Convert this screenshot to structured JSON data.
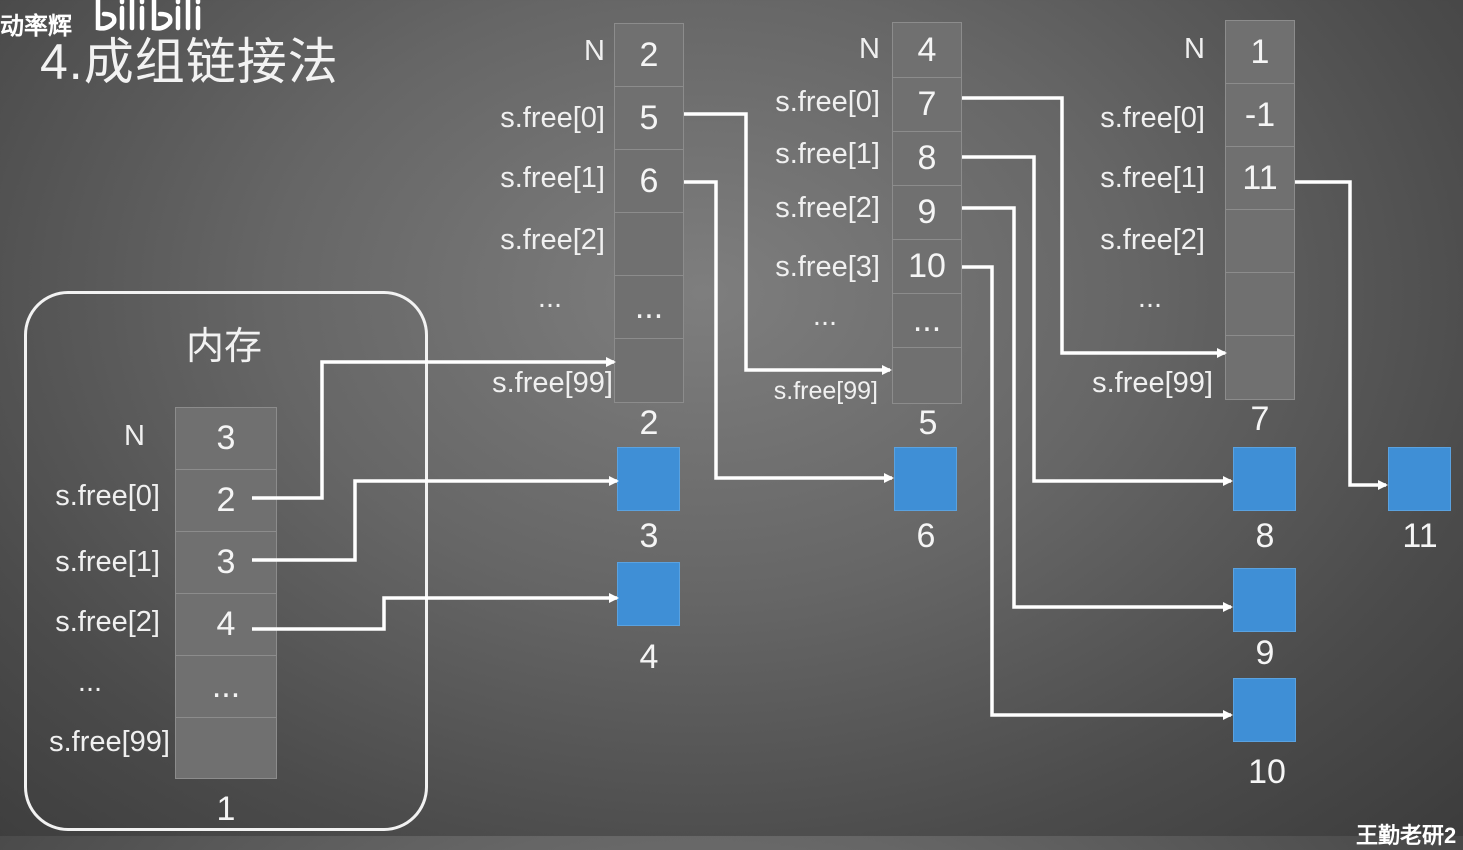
{
  "header": {
    "watermark_text": "动率辉",
    "title": "4.成组链接法",
    "bottom_watermark": "王勤老研2"
  },
  "memory": {
    "title": "内存",
    "labels": [
      "N",
      "s.free[0]",
      "s.free[1]",
      "s.free[2]",
      "...",
      "s.free[99]"
    ],
    "cells": [
      "3",
      "2",
      "3",
      "4",
      "...",
      ""
    ],
    "block_number": "1"
  },
  "group_a": {
    "labels": [
      "N",
      "s.free[0]",
      "s.free[1]",
      "s.free[2]",
      "...",
      "s.free[99]"
    ],
    "cells": [
      "2",
      "5",
      "6",
      "",
      "...",
      ""
    ],
    "block_number": "2"
  },
  "group_b": {
    "labels": [
      "N",
      "s.free[0]",
      "s.free[1]",
      "s.free[2]",
      "s.free[3]",
      "...",
      "s.free[99]"
    ],
    "cells": [
      "4",
      "7",
      "8",
      "9",
      "10",
      "...",
      ""
    ],
    "block_number": "5"
  },
  "group_c": {
    "labels": [
      "N",
      "s.free[0]",
      "s.free[1]",
      "s.free[2]",
      "...",
      "s.free[99]"
    ],
    "cells": [
      "1",
      "-1",
      "11",
      "",
      "",
      ""
    ],
    "block_number": "7"
  },
  "blocks": [
    {
      "id": "3",
      "label": "3"
    },
    {
      "id": "4",
      "label": "4"
    },
    {
      "id": "6",
      "label": "6"
    },
    {
      "id": "8",
      "label": "8"
    },
    {
      "id": "9",
      "label": "9"
    },
    {
      "id": "10",
      "label": "10"
    },
    {
      "id": "11",
      "label": "11"
    }
  ],
  "colors": {
    "block_fill": "#3f8fd6",
    "cell_fill": "#707070",
    "arrow": "#ffffff"
  }
}
